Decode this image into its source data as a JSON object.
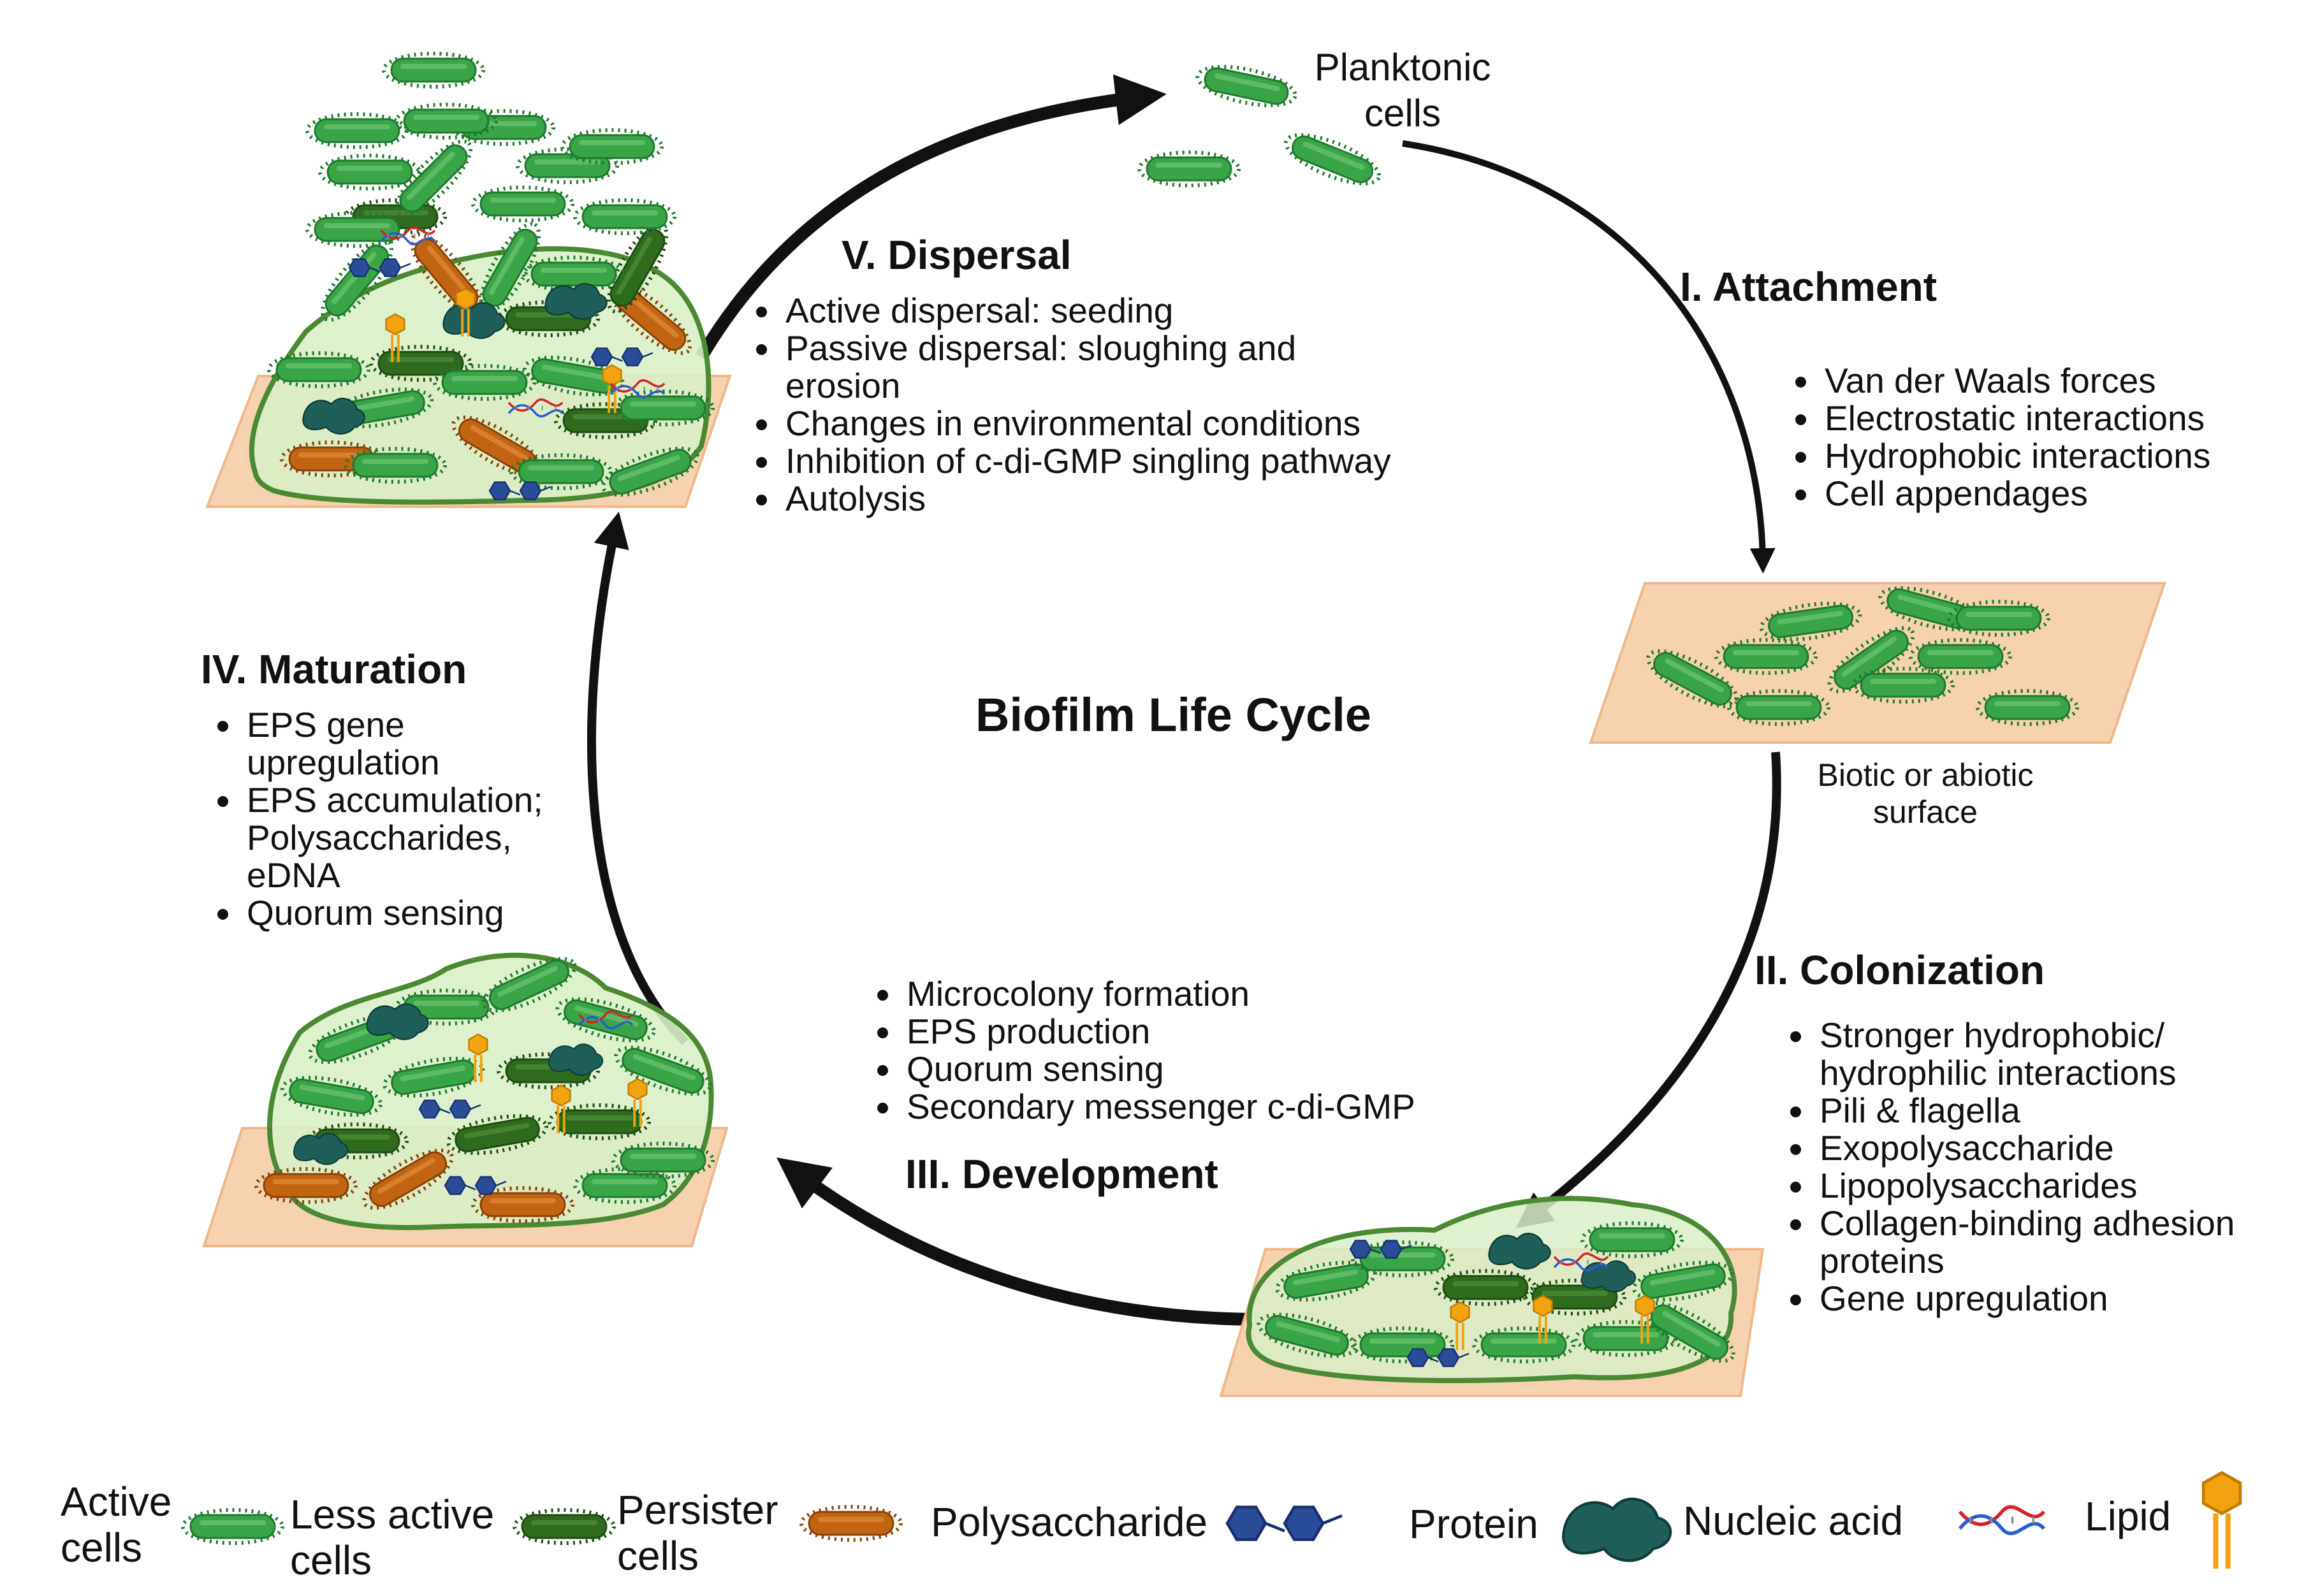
{
  "center_title": "Biofilm Life Cycle",
  "planktonic_label": [
    "Planktonic",
    "cells"
  ],
  "surface_label": [
    "Biotic or abiotic",
    "surface"
  ],
  "stages": {
    "attachment": {
      "title": "I. Attachment",
      "points": [
        "Van der Waals forces",
        "Electrostatic interactions",
        "Hydrophobic interactions",
        "Cell appendages"
      ]
    },
    "colonization": {
      "title": "II. Colonization",
      "points": [
        "Stronger hydrophobic/ hydrophilic interactions",
        "Pili & flagella",
        "Exopolysaccharide",
        "Lipopolysaccharides",
        "Collagen-binding adhesion proteins",
        "Gene upregulation"
      ]
    },
    "development": {
      "title": "III. Development",
      "points": [
        "Microcolony formation",
        "EPS production",
        "Quorum sensing",
        "Secondary messenger c-di-GMP"
      ]
    },
    "maturation": {
      "title": "IV. Maturation",
      "points": [
        "EPS gene upregulation",
        "EPS accumulation; Polysaccharides, eDNA",
        "Quorum sensing"
      ]
    },
    "dispersal": {
      "title": "V. Dispersal",
      "points": [
        "Active dispersal: seeding",
        "Passive dispersal: sloughing and erosion",
        "Changes in environmental conditions",
        "Inhibition of c-di-GMP singling pathway",
        "Autolysis"
      ]
    }
  },
  "legend": {
    "active": "Active cells",
    "less_active": "Less active cells",
    "persister": "Persister cells",
    "polysaccharide": "Polysaccharide",
    "protein": "Protein",
    "nucleic_acid": "Nucleic acid",
    "lipid": "Lipid"
  },
  "colors": {
    "active_cell": "#3aa547",
    "active_cell_edge": "#1f7a2e",
    "less_active_cell": "#2e6b1c",
    "persister_cell": "#c26512",
    "matrix": "#d9efc8",
    "matrix_edge": "#4a8a33",
    "surface": "#f6d2ae",
    "surface_edge": "#f0b88a",
    "polysaccharide": "#2a4d9a",
    "protein": "#1f5f5a",
    "lipid": "#f2a30f",
    "arrow": "#111111"
  }
}
